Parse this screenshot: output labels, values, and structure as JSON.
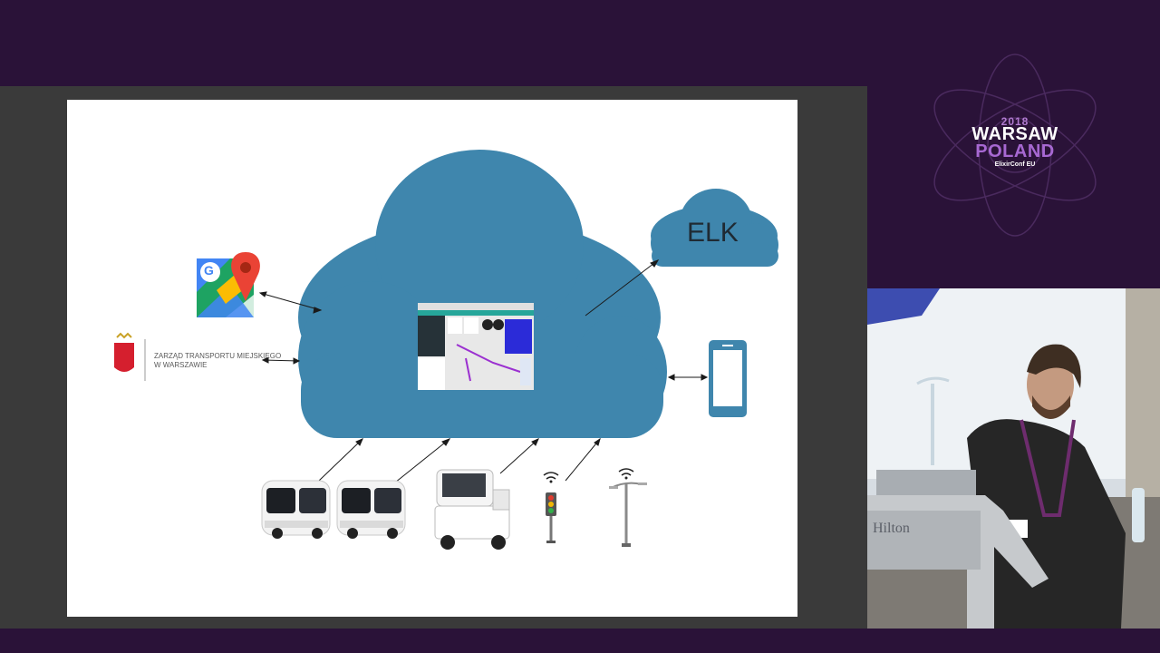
{
  "slide": {
    "elk_label": "ELK",
    "ztm_line1": "ZARZĄD TRANSPORTU MIEJSKIEGO",
    "ztm_line2": "W WARSZAWIE",
    "google_letter": "G"
  },
  "conference_logo": {
    "year": "2018",
    "city": "WARSAW",
    "country": "POLAND",
    "event": "ElixirConf EU"
  },
  "speaker_video": {
    "podium_brand": "Hilton"
  },
  "colors": {
    "background": "#2a1238",
    "cloud": "#3f86ad",
    "slide": "#ffffff",
    "phone": "#3f86ad"
  }
}
